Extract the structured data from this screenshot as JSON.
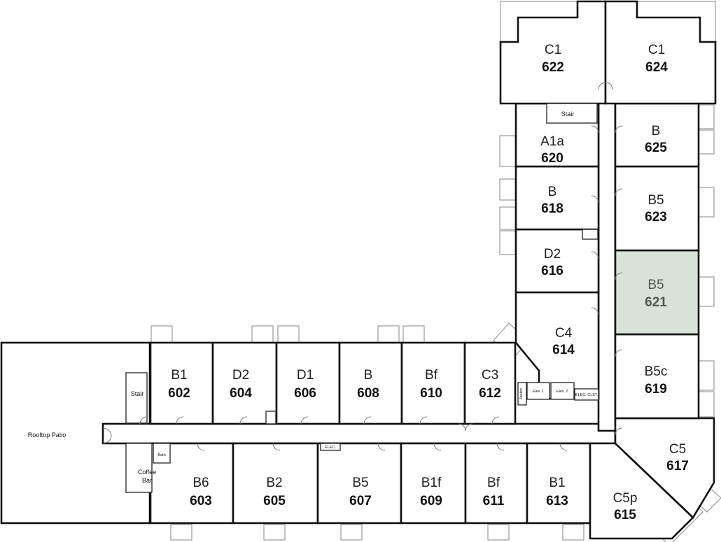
{
  "floor": {
    "units": [
      {
        "id": "602",
        "type": "B1"
      },
      {
        "id": "604",
        "type": "D2"
      },
      {
        "id": "606",
        "type": "D1"
      },
      {
        "id": "608",
        "type": "B"
      },
      {
        "id": "610",
        "type": "Bf"
      },
      {
        "id": "612",
        "type": "C3"
      },
      {
        "id": "603",
        "type": "B6"
      },
      {
        "id": "605",
        "type": "B2"
      },
      {
        "id": "607",
        "type": "B5"
      },
      {
        "id": "609",
        "type": "B1f"
      },
      {
        "id": "611",
        "type": "Bf"
      },
      {
        "id": "613",
        "type": "B1"
      },
      {
        "id": "615",
        "type": "C5p"
      },
      {
        "id": "617",
        "type": "C5"
      },
      {
        "id": "619",
        "type": "B5c"
      },
      {
        "id": "621",
        "type": "B5",
        "selected": true
      },
      {
        "id": "623",
        "type": "B5"
      },
      {
        "id": "625",
        "type": "B"
      },
      {
        "id": "614",
        "type": "C4"
      },
      {
        "id": "616",
        "type": "D2"
      },
      {
        "id": "618",
        "type": "B"
      },
      {
        "id": "620",
        "type": "A1a"
      },
      {
        "id": "622",
        "type": "C1"
      },
      {
        "id": "624",
        "type": "C1"
      }
    ],
    "amenities": {
      "rooftop_patio": "Rooftop Patio",
      "stair_west": "Stair",
      "stair_north": "Stair",
      "bath": "Bath",
      "coffee_line1": "Coffee",
      "coffee_line2": "Bar",
      "elev1": "Elev. 1",
      "elev2": "Elev. 2",
      "elec_closet": "ELEC. CLST.",
      "elec": "ELEC.",
      "janitor": "Janitor"
    },
    "colors": {
      "selected_fill": "#d9e3d9",
      "selected_text": "#4f5a4f",
      "wall": "#111111"
    }
  }
}
